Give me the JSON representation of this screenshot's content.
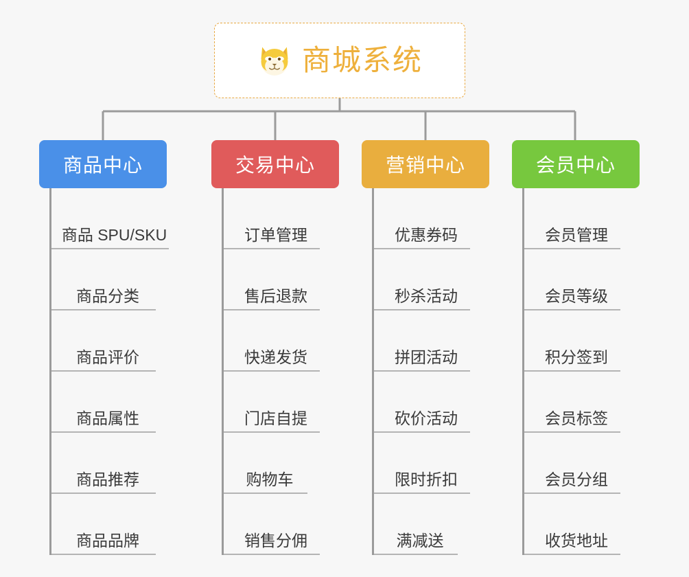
{
  "page": {
    "background_color": "#f7f7f7",
    "type": "mind-map"
  },
  "root": {
    "title": "商城系统",
    "icon": "shiba-dog-face-icon",
    "text_color": "#eeb03c",
    "border_color": "#e8a840",
    "background_color": "#ffffff"
  },
  "connector": {
    "color": "#9b9b9b"
  },
  "branches": [
    {
      "label": "商品中心",
      "color": "#4a90e8",
      "items": [
        "商品 SPU/SKU",
        "商品分类",
        "商品评价",
        "商品属性",
        "商品推荐",
        "商品品牌"
      ]
    },
    {
      "label": "交易中心",
      "color": "#e05b5b",
      "items": [
        "订单管理",
        "售后退款",
        "快递发货",
        "门店自提",
        "购物车",
        "销售分佣"
      ]
    },
    {
      "label": "营销中心",
      "color": "#e9ae3e",
      "items": [
        "优惠券码",
        "秒杀活动",
        "拼团活动",
        "砍价活动",
        "限时折扣",
        "满减送"
      ]
    },
    {
      "label": "会员中心",
      "color": "#77c83e",
      "items": [
        "会员管理",
        "会员等级",
        "积分签到",
        "会员标签",
        "会员分组",
        "收货地址"
      ]
    }
  ]
}
